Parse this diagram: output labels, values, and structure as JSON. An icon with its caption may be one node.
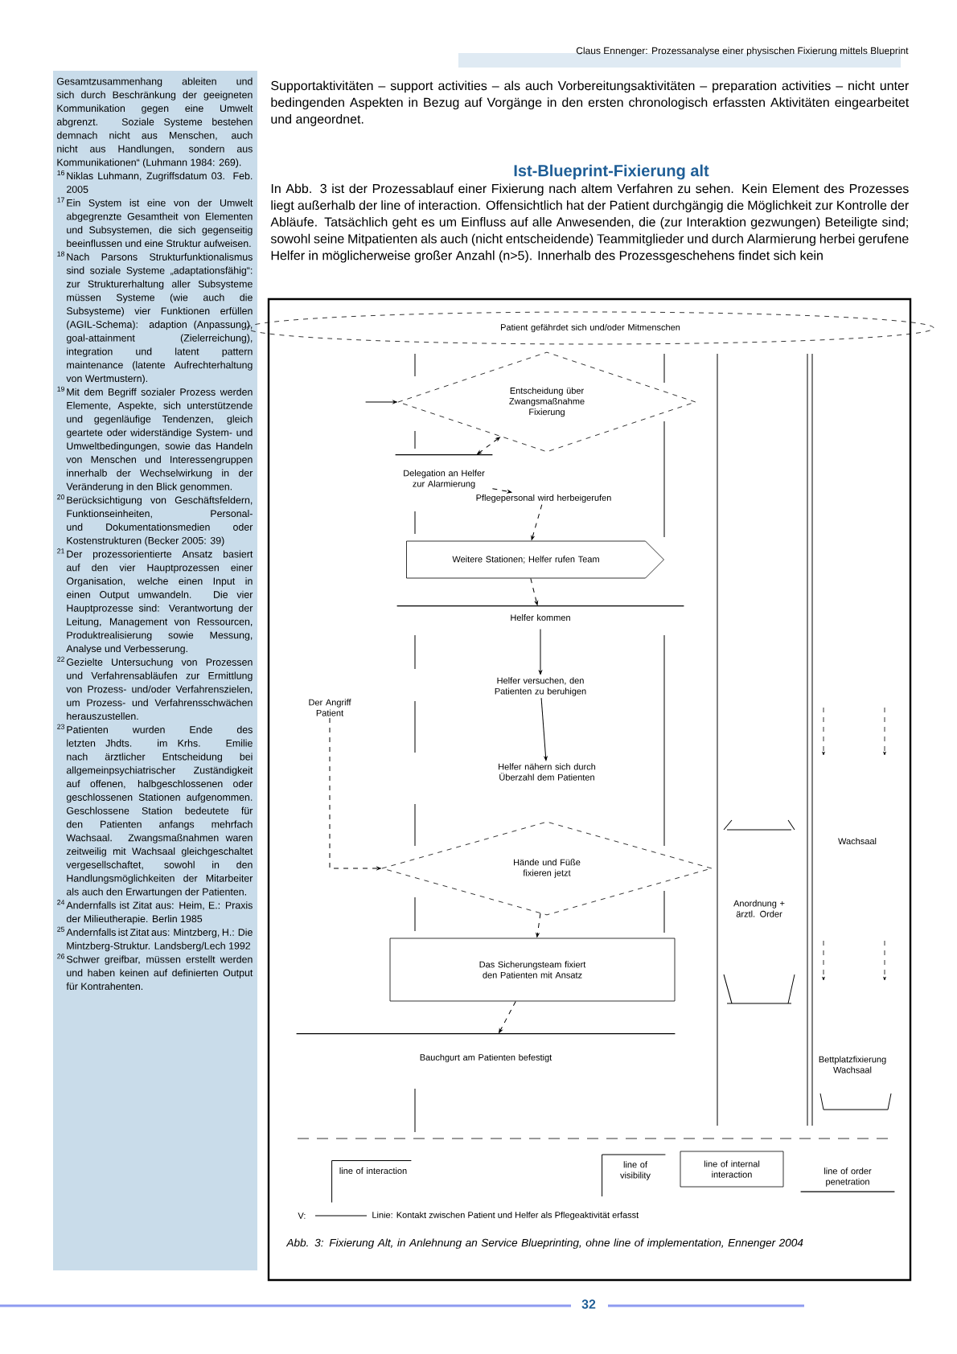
{
  "diagram": {
    "caption": "Abb. 3: Fixierung Alt, in Anlehnung an Service Blueprinting, ohne line of implementation, Ennenger 2004",
    "nodes": [
      {
        "text": [
          "Patient gefährdet sich und/oder Mitmenschen"
        ]
      },
      {
        "text": [
          "Entscheidung über Zwangsmaßnahme Fixierung"
        ]
      },
      {
        "text": [
          "Delegation an Helfer zur Alarmierung"
        ]
      },
      {
        "text": [
          "Pflegepersonal wird herbeigerufen"
        ]
      },
      {
        "text": [
          "Weitere Stationen; Helfer rufen Team"
        ]
      },
      {
        "text": [
          "Helfer kommen"
        ]
      },
      {
        "text": [
          "Helfer versuchen, den Patienten zu beruhigen"
        ]
      },
      {
        "text": [
          "Helfer nähern sich durch Überzahl dem Patienten"
        ]
      },
      {
        "text": [
          "Der Angriff Patient"
        ]
      },
      {
        "text": [
          "Hände und Füße fixieren jetzt"
        ]
      },
      {
        "text": [
          "Das Sicherungsteam fixiert den Patienten mit Ansatz"
        ]
      },
      {
        "text": [
          "Bauchgurt am Patienten befestigt"
        ]
      },
      {
        "text": [
          "line of interaction"
        ]
      },
      {
        "text": [
          "line of visibility"
        ]
      },
      {
        "text": [
          "line of internal interaction"
        ]
      },
      {
        "text": [
          "line of order penetration"
        ]
      },
      {
        "text": [
          "Anordnung + ärztl. Order"
        ]
      },
      {
        "text": [
          "Wachsaal"
        ]
      },
      {
        "text": [
          "Bettplatzfixierung Wachsaal"
        ]
      }
    ],
    "edges": [
      {
        "from": null,
        "to": 1,
        "arrow": "to"
      },
      {
        "from": 1,
        "to": 2,
        "arrow": "both",
        "style": "dashed"
      },
      {
        "from": 2,
        "to": 3,
        "arrow": "to",
        "style": "dashed"
      },
      {
        "from": 3,
        "to": 4,
        "arrow": "to",
        "style": "dashed"
      },
      {
        "from": 4,
        "to": 5,
        "arrow": "to",
        "style": "dashed"
      },
      {
        "from": 5,
        "to": 6,
        "arrow": "to"
      },
      {
        "from": 6,
        "to": 7,
        "arrow": "to"
      },
      {
        "from": 8,
        "to": 9,
        "arrow": "to",
        "style": "dashed"
      },
      {
        "from": 9,
        "to": 10,
        "arrow": "to",
        "style": "dashed"
      },
      {
        "from": 10,
        "to": 11,
        "arrow": "to",
        "style": "dashed"
      }
    ],
    "labels": [
      "Claus Ennenger: Prozessanalyse einer physischen Fixierung mittels Blueprint",
      "Gesamtzusammenhang ableiten und sich durch Beschränkung der geeigneten Kommunikation gegen eine Umwelt abgrenzt. Soziale Systeme bestehen demnach nicht aus Menschen, auch nicht aus Handlungen, sondern aus Kommunikationen“ (Luhmann 1984: 269).",
      "16",
      "Niklas Luhmann, Zugriffsdatum 03. Feb. 2005",
      "17",
      "Ein System ist eine von der Umwelt abgegrenzte Gesamtheit von Elementen und Subsystemen, die sich gegenseitig beeinflussen und eine Struktur aufweisen.",
      "18",
      "Nach Parsons Strukturfunktionalismus sind soziale Systeme „adaptationsfähig“: zur Strukturerhaltung aller Subsysteme müssen Systeme (wie auch die Subsysteme) vier Funktionen erfüllen (AGIL-Schema): adaption (Anpassung), goal-attainment (Zielerreichung), integration und latent pattern maintenance (latente Aufrechterhaltung von Wertmustern).",
      "19",
      "Mit dem Begriff sozialer Prozess werden Elemente, Aspekte, sich unterstützende und gegenläufige Tendenzen, gleich geartete oder widerständige System- und Umweltbedingungen, sowie das Handeln von Menschen und Interessengruppen innerhalb der Wechselwirkung in der Veränderung in den Blick genommen.",
      "20",
      "Berücksichtigung von Geschäftsfeldern, Funktionseinheiten, Personal- und Dokumentationsmedien oder Kostenstrukturen (Becker 2005: 39)",
      "21",
      "Der prozessorientierte Ansatz basiert auf den vier Hauptprozessen einer Organisation, welche einen Input in einen Output umwandeln. Die vier Hauptprozesse sind: Verantwortung der Leitung, Management von Ressourcen, Produktrealisierung sowie Messung, Analyse und Verbesserung.",
      "22",
      "Gezielte Untersuchung von Prozessen und Verfahrensabläufen zur Ermittlung von Prozess- und/oder Verfahrenszielen, um Prozess- und Verfahrensschwächen herauszustellen.",
      "23",
      "Patienten wurden Ende des letzten Jhdts. im Krhs. Emilie nach ärztlicher Entscheidung bei allgemeinpsychiatrischer Zuständigkeit auf offenen, halbgeschlossenen oder geschlossenen Stationen aufgenommen. Geschlossene Station bedeutete für den Patienten anfangs mehrfach Wachsaal. Zwangsmaßnahmen waren zeitweilig mit Wachsaal gleichgeschaltet vergesellschaftet, sowohl in den Handlungsmöglichkeiten der Mitarbeiter als auch den Erwartungen der Patienten.",
      "24",
      "Andernfalls ist Zitat aus: Heim, E.: Praxis der Milieutherapie. Berlin 1985",
      "25",
      "Andernfalls ist Zitat aus: Mintzberg, H.: Die Mintzberg-Struktur. Landsberg/Lech 1992",
      "26",
      "Schwer greifbar, müssen erstellt werden und haben keinen auf definierten Output für Kontrahenten.",
      "Supportaktivitäten – support activities – als auch Vorbereitungsaktivitäten – preparation activities – nicht unter bedingenden Aspekten in Bezug auf Vorgänge in den ersten chronologisch erfassten Aktivitäten eingearbeitet und angeordnet.",
      "Ist-Blueprint-Fixierung alt",
      "In Abb. 3 ist der Prozessablauf einer Fixierung nach altem Verfahren zu sehen. Kein Element des Prozesses liegt außerhalb der line of interaction. Offensichtlich hat der Patient durchgängig die Möglichkeit zur Kontrolle der Abläufe. Tatsächlich geht es um Einfluss auf alle Anwesenden, die (zur Interaktion gezwungen) Beteiligte sind; sowohl seine Mitpatienten als auch (nicht entscheidende) Teammitglieder und durch Alarmierung herbei gerufene Helfer in möglicherweise großer Anzahl (n>5). Innerhalb des Prozessgeschehens findet sich kein",
      "V:",
      "32"
    ],
    "legend": [
      {
        "text": "Linie: Kontakt zwischen Patient und Helfer als Pflegeaktivität erfasst"
      }
    ]
  }
}
